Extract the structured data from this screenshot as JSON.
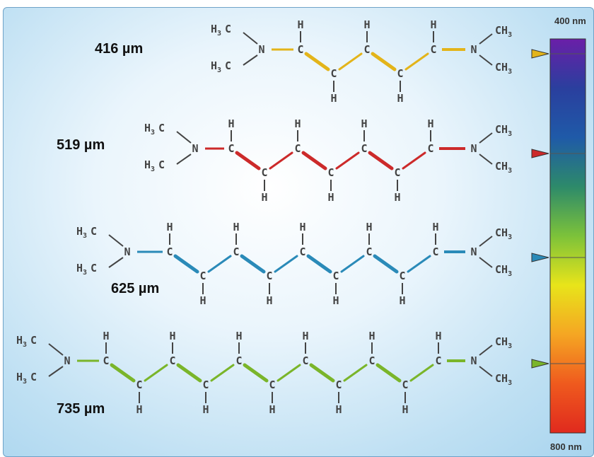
{
  "wavelength_labels": [
    "416 µm",
    "519 µm",
    "625 µm",
    "735 µm"
  ],
  "spectrum": {
    "top_label": "400 nm",
    "bottom_label": "800 nm",
    "colors": [
      "#6a1fa8",
      "#2a3f9e",
      "#1f5aa8",
      "#2d8a6a",
      "#7cc23a",
      "#e8e41a",
      "#f5a623",
      "#ef5a1e",
      "#e02a1e"
    ]
  },
  "molecules": [
    {
      "color": "#e3b41a",
      "n_chain_carbons": 5
    },
    {
      "color": "#cc2a2a",
      "n_chain_carbons": 7
    },
    {
      "color": "#2a8ab8",
      "n_chain_carbons": 9
    },
    {
      "color": "#7ab52a",
      "n_chain_carbons": 11
    }
  ],
  "atoms": {
    "h": "H",
    "c": "C",
    "n": "N",
    "ch3": "CH",
    "h3c": "H",
    "sub3": "3"
  }
}
